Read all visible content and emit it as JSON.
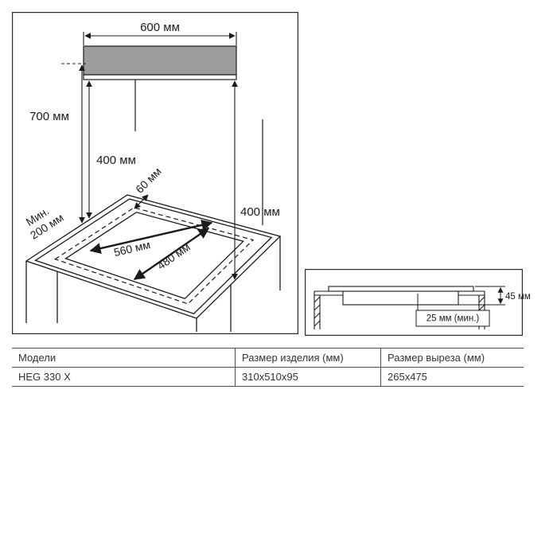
{
  "main_diagram": {
    "dim_600": "600 мм",
    "dim_700": "700 мм",
    "dim_400_left": "400 мм",
    "dim_60": "60 мм",
    "dim_400_right": "400 мм",
    "dim_min_200_line1": "Мин.",
    "dim_min_200_line2": "200 мм",
    "dim_560": "560 мм",
    "dim_480": "480 мм"
  },
  "section_diagram": {
    "dim_45": "45 мм",
    "dim_25": "25 мм (мин.)"
  },
  "table": {
    "headers": [
      "Модели",
      "Размер изделия (мм)",
      "Размер выреза (мм)"
    ],
    "rows": [
      [
        "HEG 330 X",
        "310x510x95",
        "265x475"
      ]
    ]
  }
}
